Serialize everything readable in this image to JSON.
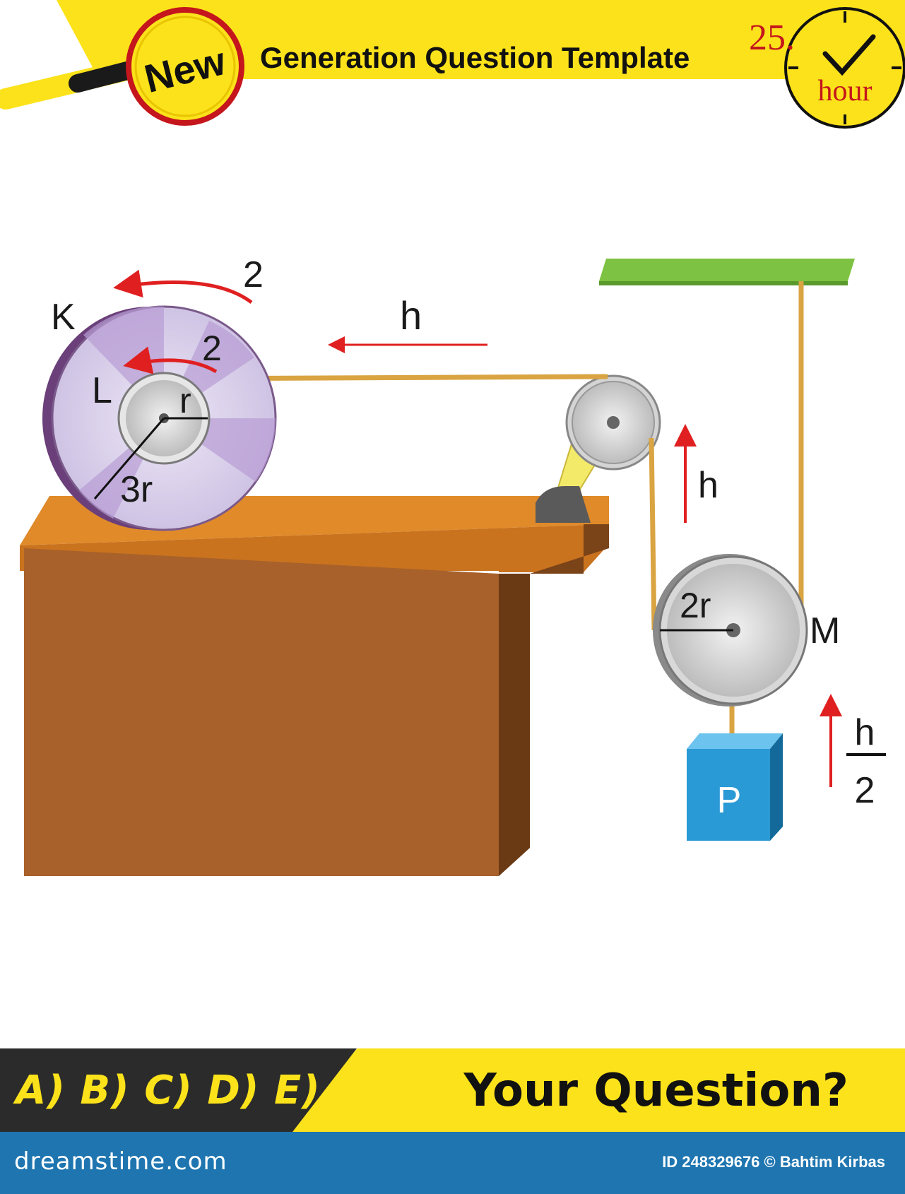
{
  "header": {
    "badge": "New",
    "title": "Generation Question Template",
    "timer_number": "25.",
    "timer_unit": "hour"
  },
  "diagram": {
    "pulley_K_label": "K",
    "pulley_L_label": "L",
    "turns_K": "2",
    "turns_L": "2",
    "radius_small": "r",
    "radius_large": "3r",
    "rope_h_label": "h",
    "rise_h_label": "h",
    "pulley_M_label": "M",
    "pulley_M_radius": "2r",
    "block_label": "P",
    "fraction_top": "h",
    "fraction_bottom": "2"
  },
  "bottom_bar": {
    "answers": "A) B) C) D) E)",
    "question": "Your Question?"
  },
  "footer": {
    "site": "dreamstime.com",
    "credit": "ID 248329676 © Bahtim Kirbas"
  },
  "colors": {
    "header_yellow": "#fce21a",
    "table_brown": "#a8612a",
    "ceiling_green": "#7dc242",
    "block_blue": "#2a9ad6",
    "arrow_red": "#e02020",
    "rope": "#d9a441",
    "disk_purple": "#d6cde8",
    "footer_blue": "#1e75b0"
  }
}
